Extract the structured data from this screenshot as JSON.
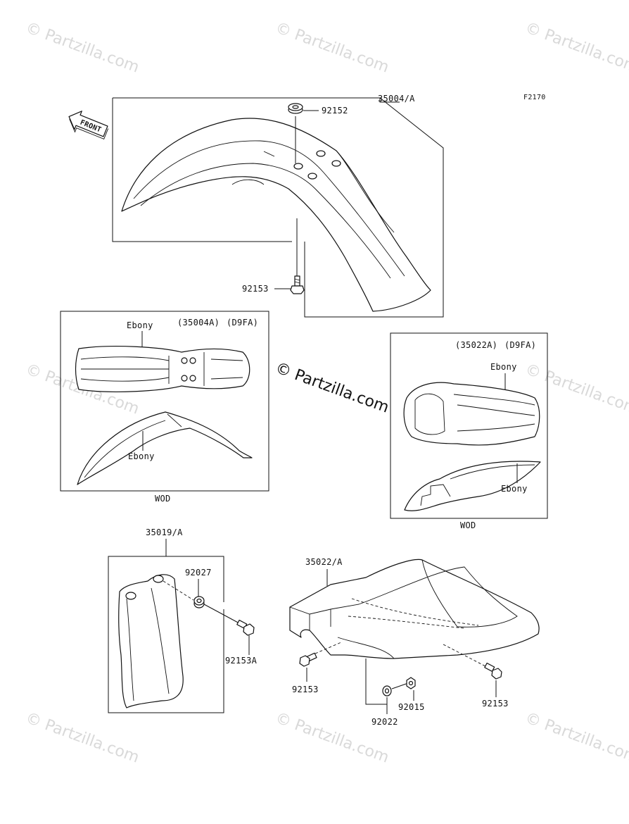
{
  "figure_code": "F2170",
  "front_arrow_label": "FRONT",
  "watermark_text": "© Partzilla.com",
  "parts": {
    "front_fender": "35004/A",
    "front_fender_grommet": "92152",
    "front_fender_bolt": "92153",
    "fork_guard": "35019/A",
    "fork_guard_collar": "92027",
    "fork_guard_bolt": "92153A",
    "rear_fender": "35022/A",
    "rear_fender_bolt_left": "92153",
    "rear_fender_bolt_right": "92153",
    "rear_fender_washer": "92022",
    "rear_fender_nut": "92015"
  },
  "variants": {
    "front": {
      "part_code": "(35004A)",
      "color_code": "(D9FA)",
      "color_top": "Ebony",
      "color_side": "Ebony",
      "caption": "WOD"
    },
    "rear": {
      "part_code": "(35022A)",
      "color_code": "(D9FA)",
      "color_top": "Ebony",
      "color_side": "Ebony",
      "caption": "WOD"
    }
  },
  "colors": {
    "line": "#111111",
    "watermark": "#d9d9d9",
    "background": "#ffffff"
  }
}
